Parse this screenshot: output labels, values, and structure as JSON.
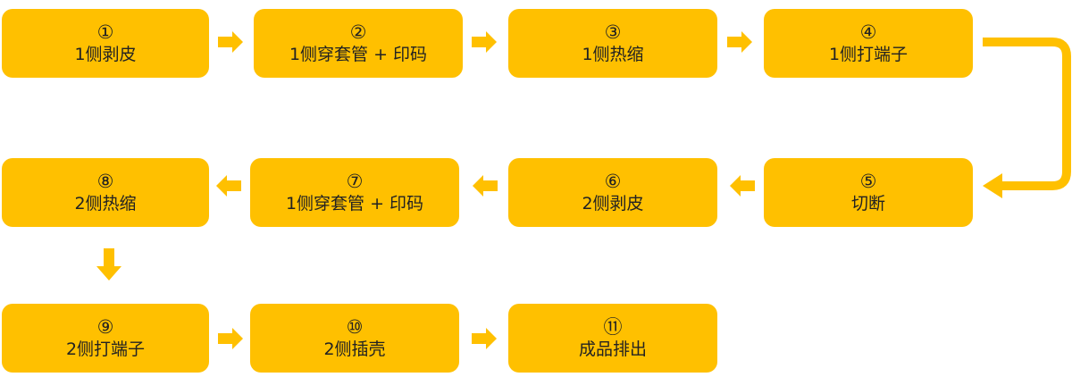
{
  "accent_color": "#ffc000",
  "steps": [
    {
      "number": "①",
      "label": "1侧剥皮"
    },
    {
      "number": "②",
      "label": "1侧穿套管 + 印码"
    },
    {
      "number": "③",
      "label": "1侧热缩"
    },
    {
      "number": "④",
      "label": "1侧打端子"
    },
    {
      "number": "⑤",
      "label": "切断"
    },
    {
      "number": "⑥",
      "label": "2侧剥皮"
    },
    {
      "number": "⑦",
      "label": "1侧穿套管 + 印码"
    },
    {
      "number": "⑧",
      "label": "2侧热缩"
    },
    {
      "number": "⑨",
      "label": "2侧打端子"
    },
    {
      "number": "⑩",
      "label": "2侧插壳"
    },
    {
      "number": "⑪",
      "label": "成品排出"
    }
  ]
}
